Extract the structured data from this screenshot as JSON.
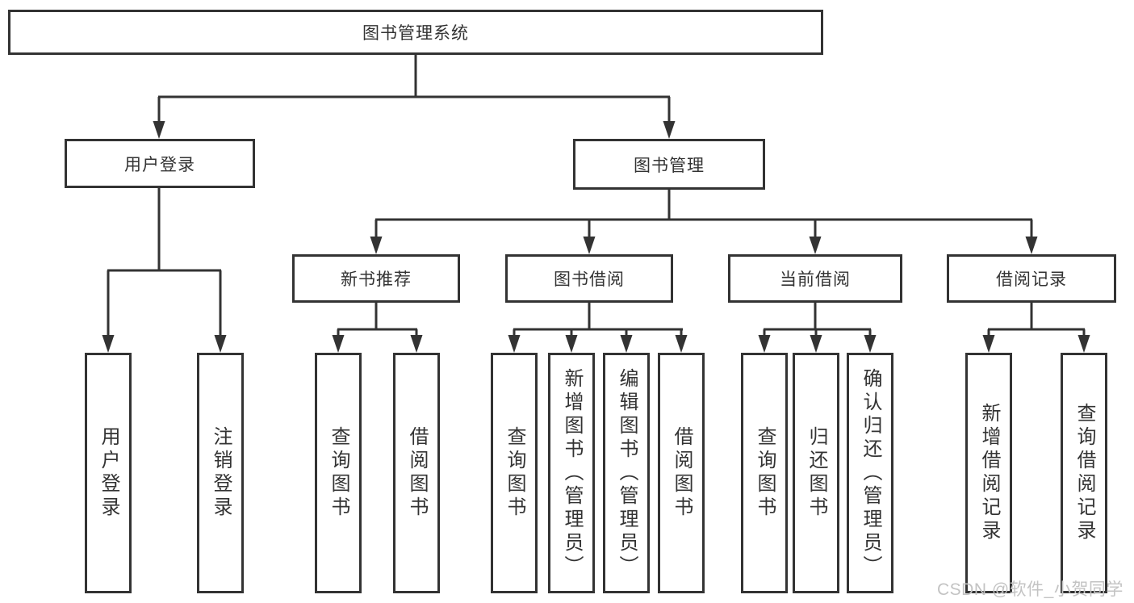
{
  "diagram": {
    "type": "tree",
    "line_color": "#333333",
    "box_background": "#ffffff",
    "root": {
      "label": "图书管理系统",
      "children": [
        {
          "label": "用户登录",
          "children": [
            {
              "label": "用户登录"
            },
            {
              "label": "注销登录"
            }
          ]
        },
        {
          "label": "图书管理",
          "children": [
            {
              "label": "新书推荐",
              "children": [
                {
                  "label": "查询图书"
                },
                {
                  "label": "借阅图书"
                }
              ]
            },
            {
              "label": "图书借阅",
              "children": [
                {
                  "label": "查询图书"
                },
                {
                  "label": "新增图书（管理员）"
                },
                {
                  "label": "编辑图书（管理员）"
                },
                {
                  "label": "借阅图书"
                }
              ]
            },
            {
              "label": "当前借阅",
              "children": [
                {
                  "label": "查询图书"
                },
                {
                  "label": "归还图书"
                },
                {
                  "label": "确认归还（管理员）"
                }
              ]
            },
            {
              "label": "借阅记录",
              "children": [
                {
                  "label": "新增借阅记录"
                },
                {
                  "label": "查询借阅记录"
                }
              ]
            }
          ]
        }
      ]
    }
  },
  "watermark": {
    "text": "CSDN @软件_小贺同学",
    "color": "#c3c3c3"
  }
}
